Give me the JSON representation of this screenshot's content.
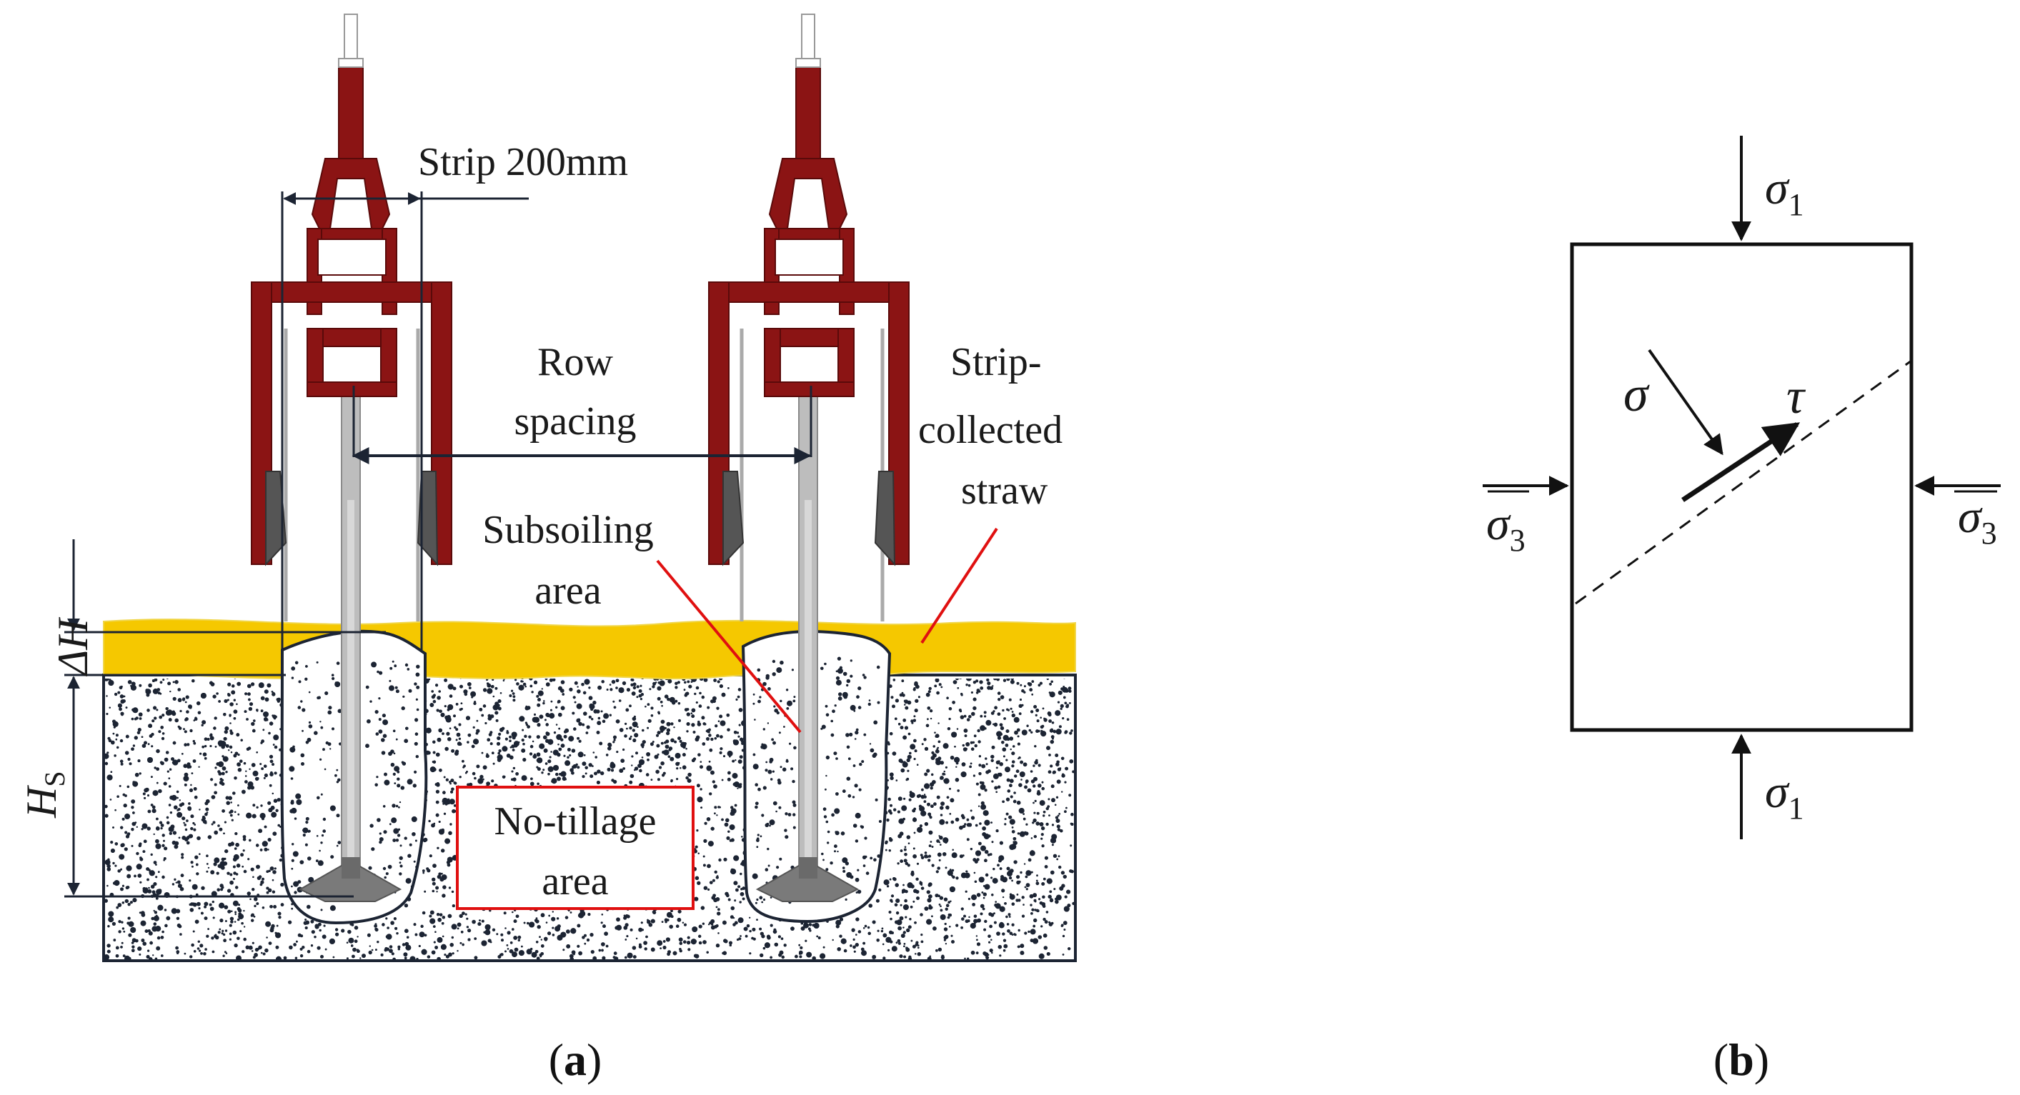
{
  "panel_a": {
    "label_open": "(",
    "label_letter": "a",
    "label_close": ")",
    "strip_width_label": "Strip 200mm",
    "row_spacing_line1": "Row",
    "row_spacing_line2": "spacing",
    "straw_line1": "Strip-",
    "straw_line2": "collected",
    "straw_line3": "straw",
    "subsoiling_line1": "Subsoiling",
    "subsoiling_line2": "area",
    "notillage_line1": "No-tillage",
    "notillage_line2": "area",
    "delta_h_label": "ΔH",
    "hs_label_main": "H",
    "hs_label_sub": "S"
  },
  "panel_b": {
    "label_open": "(",
    "label_letter": "b",
    "label_close": ")",
    "sigma1_top_main": "σ",
    "sigma1_top_sub": "1",
    "sigma1_bottom_main": "σ",
    "sigma1_bottom_sub": "1",
    "sigma3_left_main": "σ",
    "sigma3_left_sub": "3",
    "sigma3_right_main": "σ",
    "sigma3_right_sub": "3",
    "normal_stress": "σ",
    "shear_stress": "τ"
  },
  "colors": {
    "tool_red": "#8b1414",
    "straw_yellow": "#f5c800",
    "soil_dot": "#1c2433",
    "outline": "#1c2433",
    "leader_red": "#e01010",
    "shank_gray": "#b4b4b4"
  }
}
